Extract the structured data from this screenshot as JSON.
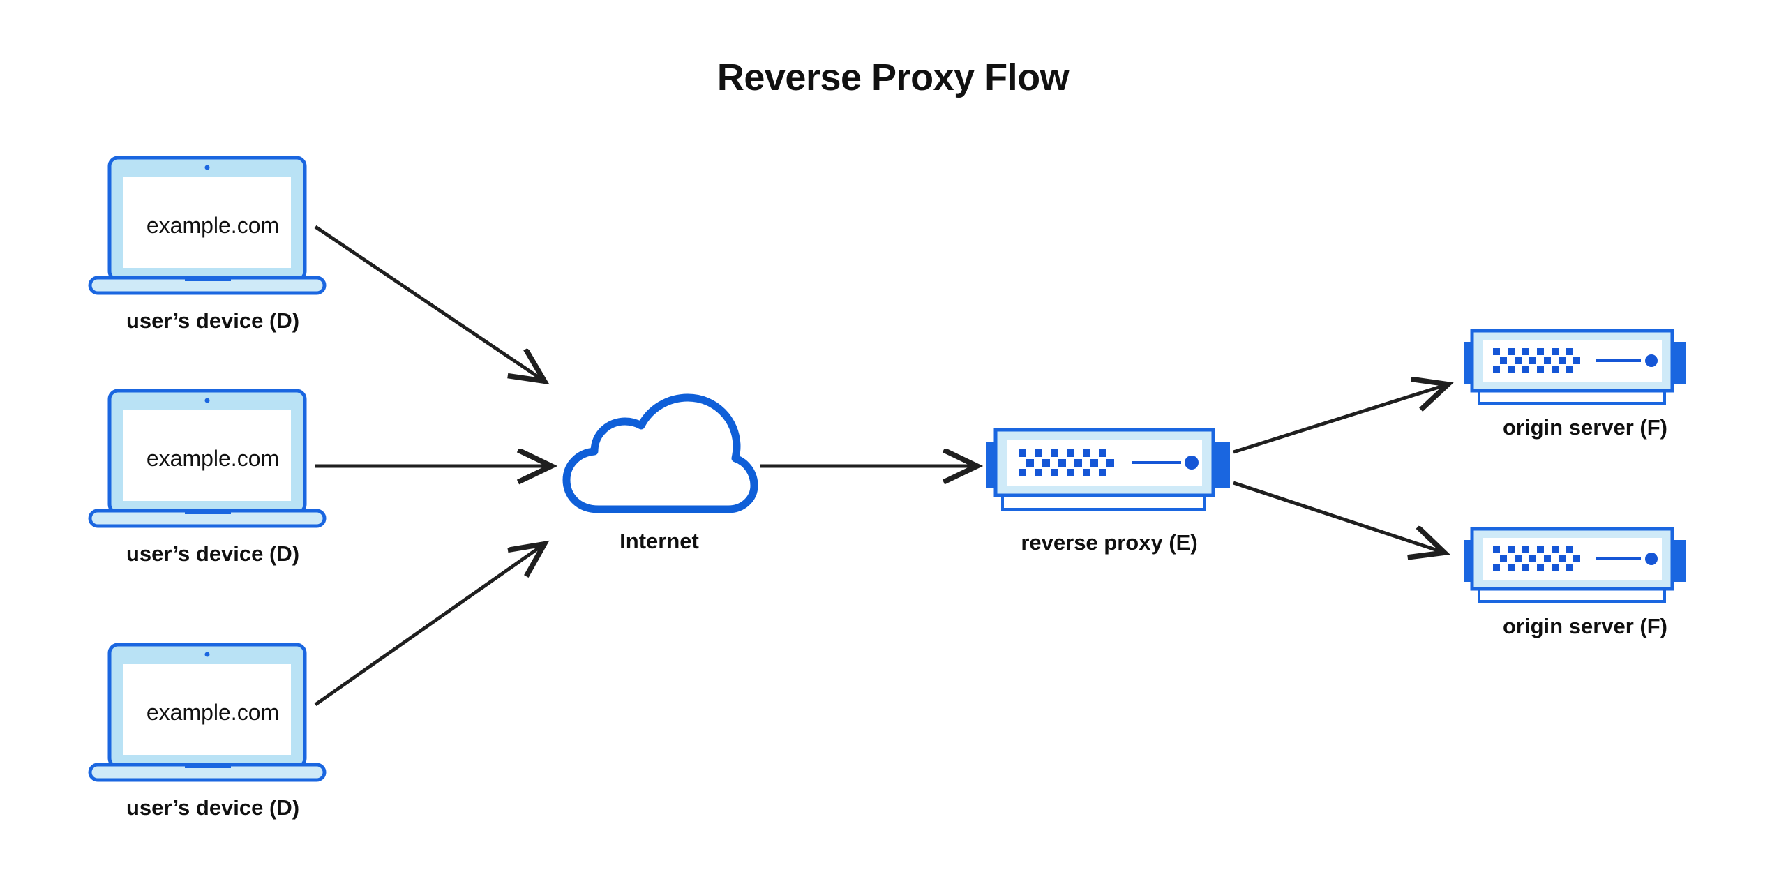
{
  "diagram": {
    "title": "Reverse Proxy Flow",
    "background_color": "#ffffff",
    "accent_blue": "#1a66e0",
    "light_blue": "#b9e2f5",
    "pale_blue": "#d4ecf7",
    "arrow_color": "#1f1f1f",
    "title_color": "#111111"
  },
  "nodes": {
    "device_1": {
      "label": "user’s device (D)",
      "screen_text": "example.com",
      "icon": "laptop-icon"
    },
    "device_2": {
      "label": "user’s device (D)",
      "screen_text": "example.com",
      "icon": "laptop-icon"
    },
    "device_3": {
      "label": "user’s device (D)",
      "screen_text": "example.com",
      "icon": "laptop-icon"
    },
    "internet": {
      "label": "Internet",
      "icon": "cloud-icon"
    },
    "reverse_proxy": {
      "label": "reverse proxy (E)",
      "icon": "server-icon"
    },
    "origin_1": {
      "label": "origin server (F)",
      "icon": "server-icon"
    },
    "origin_2": {
      "label": "origin server (F)",
      "icon": "server-icon"
    }
  },
  "connections": [
    {
      "name": "device-1-to-internet",
      "from": "device_1",
      "to": "internet"
    },
    {
      "name": "device-2-to-internet",
      "from": "device_2",
      "to": "internet"
    },
    {
      "name": "device-3-to-internet",
      "from": "device_3",
      "to": "internet"
    },
    {
      "name": "internet-to-reverse-proxy",
      "from": "internet",
      "to": "reverse_proxy"
    },
    {
      "name": "reverse-proxy-to-origin-1",
      "from": "reverse_proxy",
      "to": "origin_1"
    },
    {
      "name": "reverse-proxy-to-origin-2",
      "from": "reverse_proxy",
      "to": "origin_2"
    }
  ]
}
